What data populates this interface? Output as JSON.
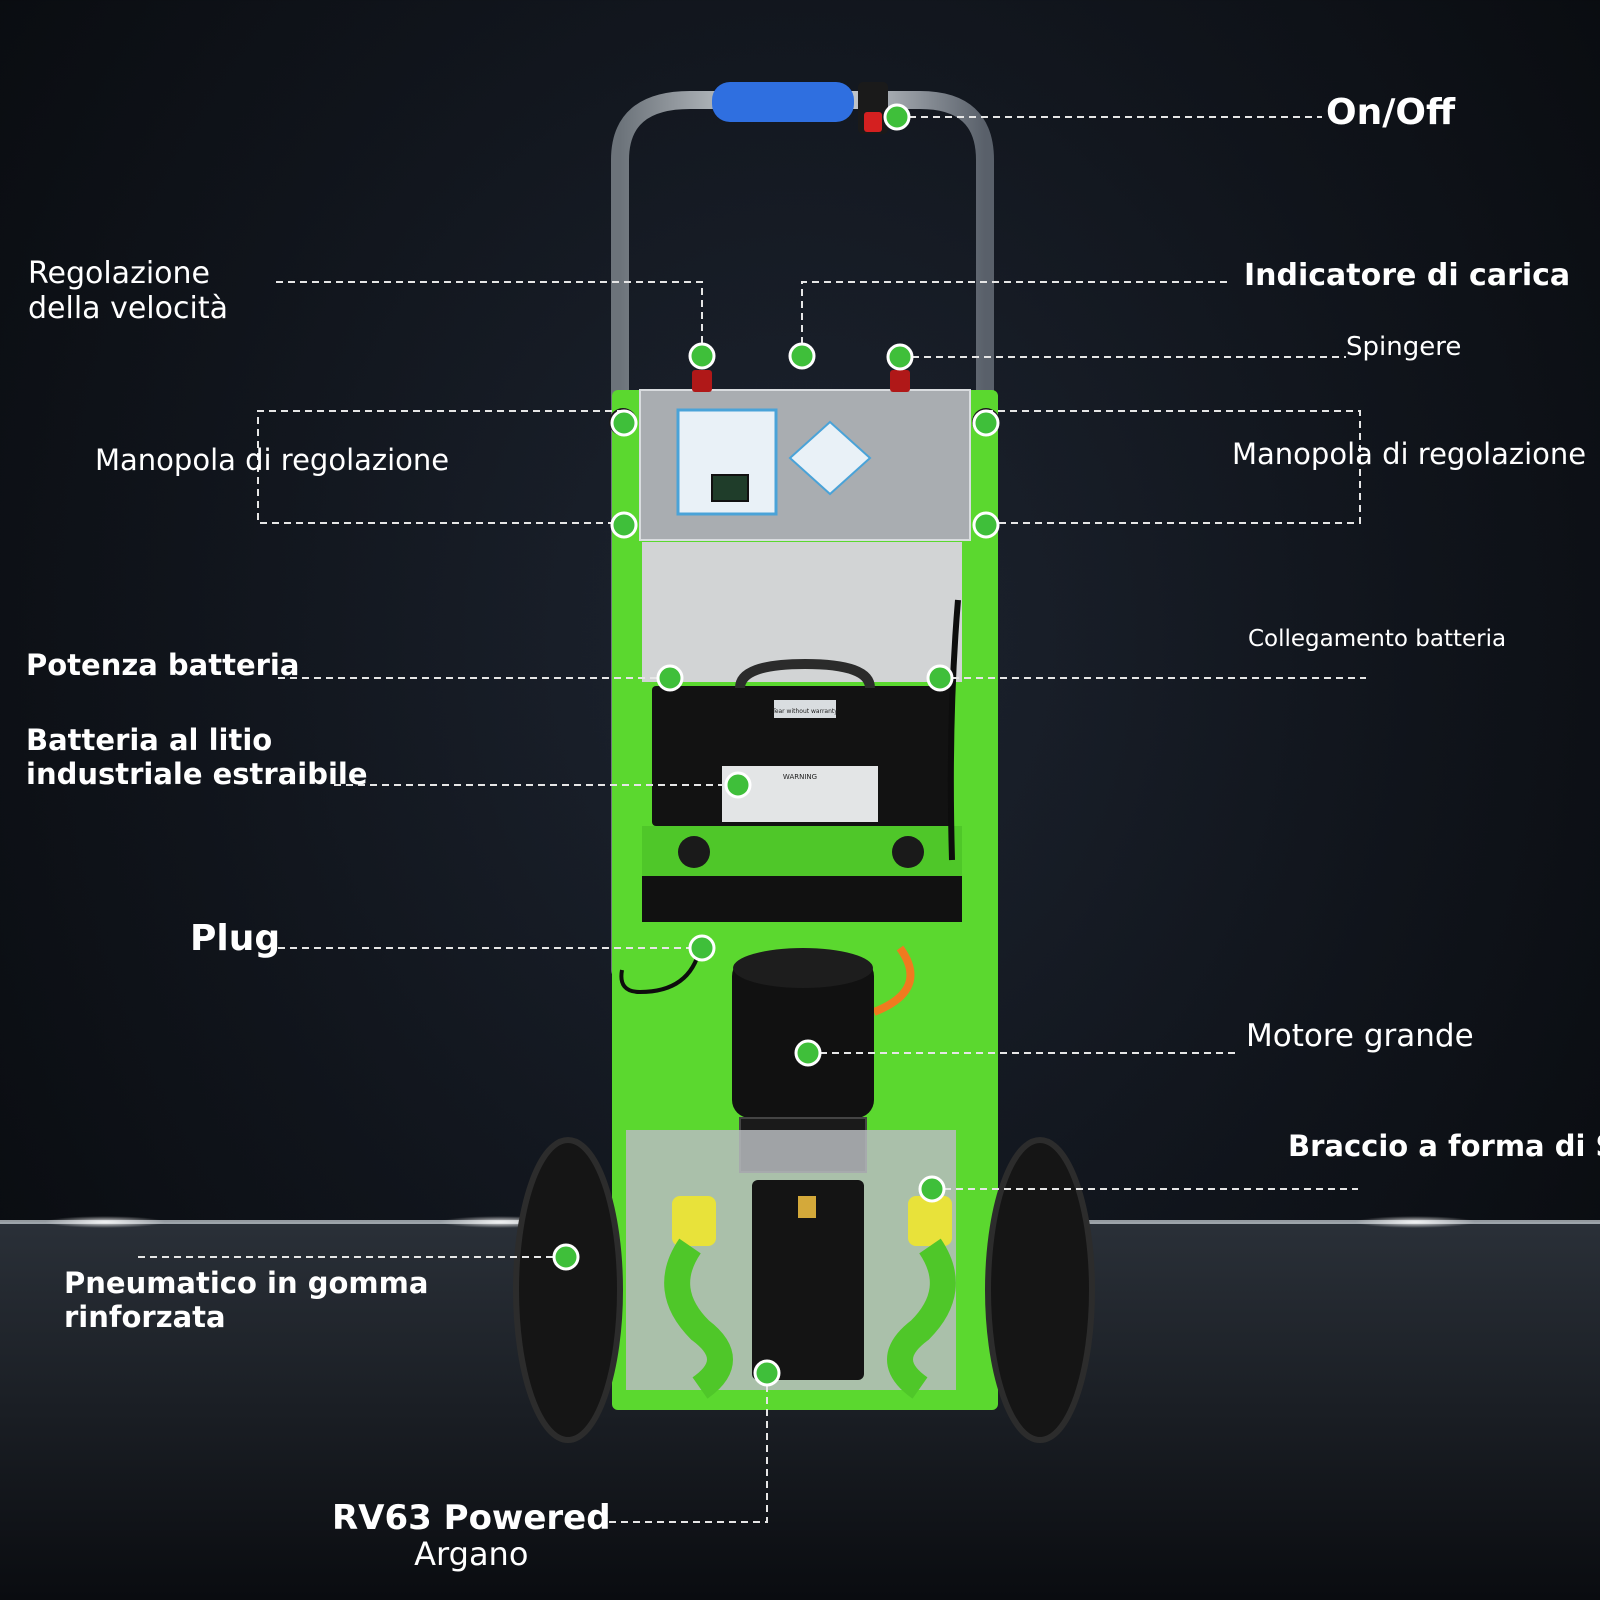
{
  "annotations": {
    "on_off": "On/Off",
    "regolazione_velocita_line1": "Regolazione",
    "regolazione_velocita_line2": "della velocità",
    "indicatore_carica": "Indicatore di carica",
    "spingere": "Spingere",
    "manopola_left": "Manopola di regolazione",
    "manopola_right": "Manopola di regolazione",
    "collegamento_batteria": "Collegamento batteria",
    "potenza_batteria": "Potenza batteria",
    "batteria_line1": "Batteria al litio",
    "batteria_line2": "industriale estraibile",
    "plug": "Plug",
    "motore_grande": "Motore grande",
    "braccio": "Braccio a forma di S",
    "pneumatico_line1": "Pneumatico in gomma",
    "pneumatico_line2": "rinforzata",
    "rv63_line1": "RV63 Powered",
    "rv63_line2": "Argano"
  },
  "product_labels": {
    "battery_tag": "Tear without warranty",
    "warning_title": "WARNING"
  },
  "colors": {
    "frame_green": "#5bd82f",
    "marker_green": "#3fbf3a",
    "handle_blue": "#2f6fe0",
    "background": "#10141b"
  }
}
